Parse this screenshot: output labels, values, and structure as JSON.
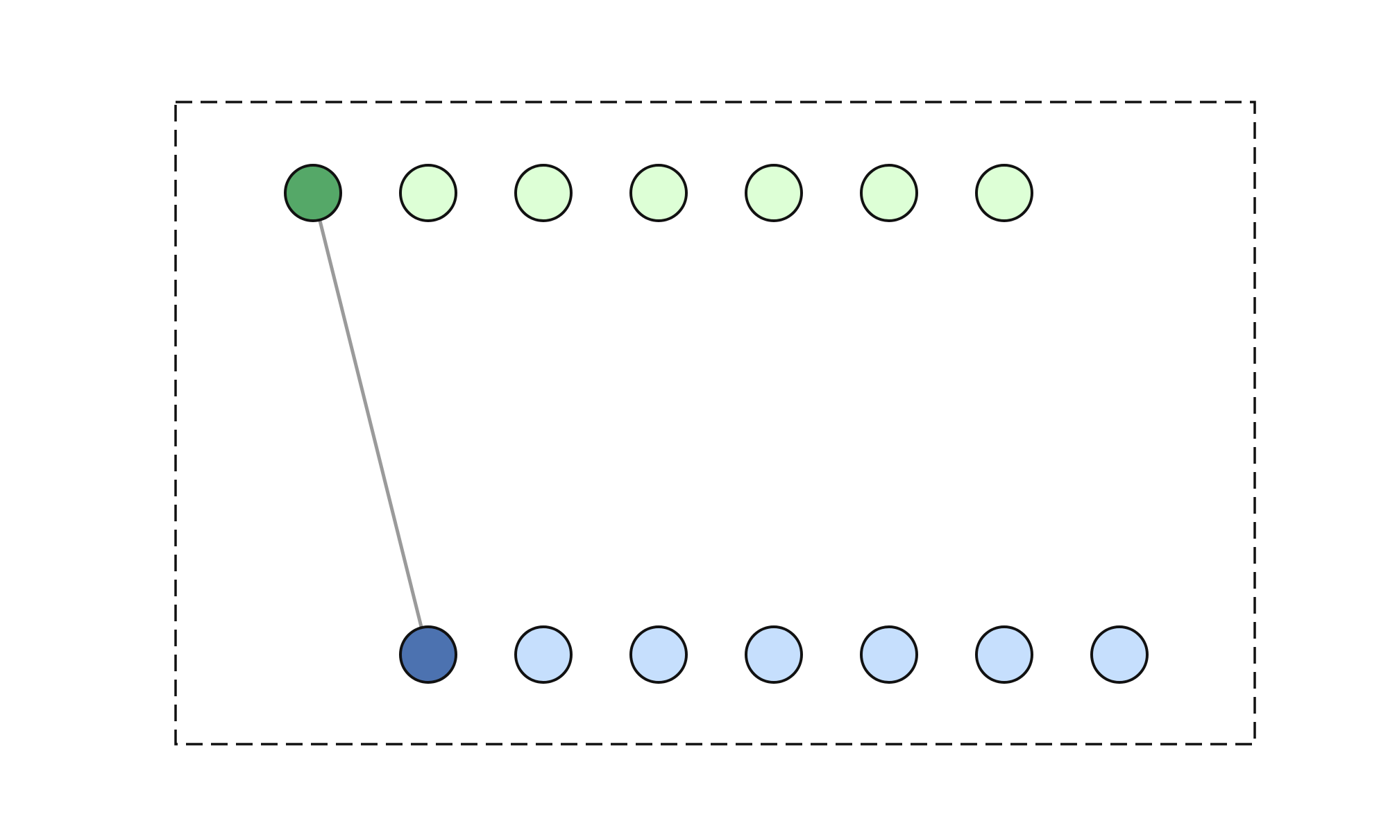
{
  "colors": {
    "top_selected": "#55a868",
    "top_default": "#ddffd6",
    "bottom_selected": "#4c72b0",
    "bottom_default": "#c6dffd",
    "edge": "#9a9a9a",
    "outline": "#111111"
  },
  "top_row": {
    "count": 7,
    "selected_index": 0
  },
  "bottom_row": {
    "count": 7,
    "selected_index": 0
  },
  "edges": [
    {
      "from": "top.0",
      "to": "bottom.0"
    }
  ]
}
